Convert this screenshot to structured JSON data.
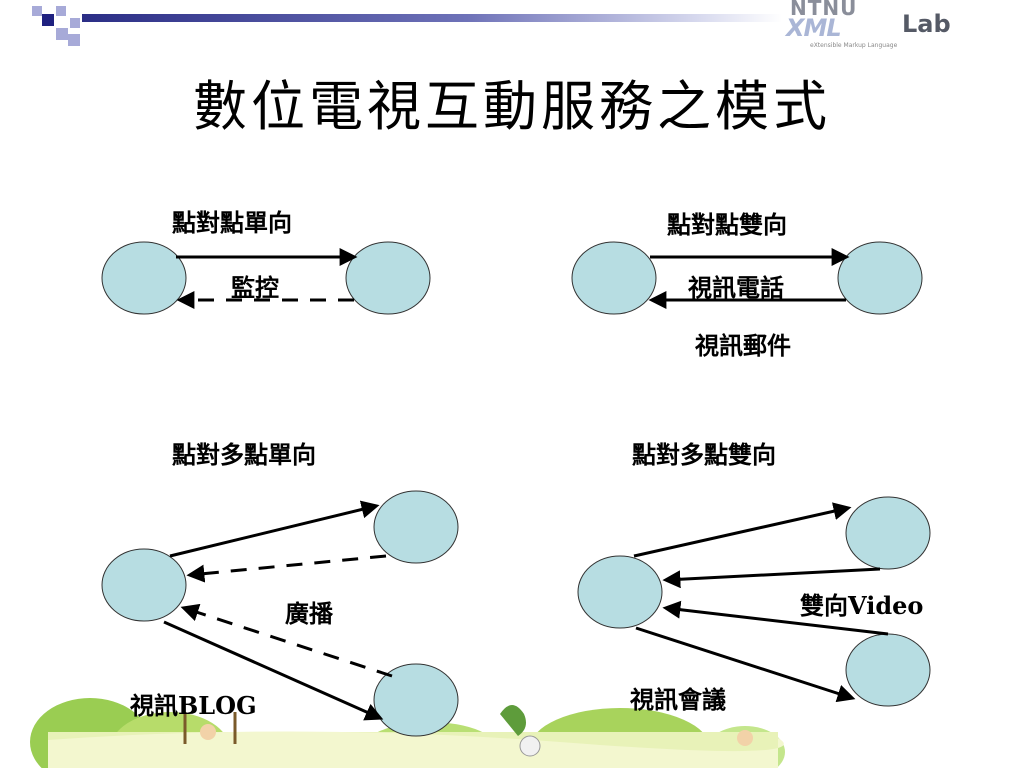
{
  "slide": {
    "title": "數位電視互動服務之模式"
  },
  "logo": {
    "ntnu": "NTNU",
    "xml": "XML",
    "lab": "Lab",
    "subtitle": "eXtensible Markup Language"
  },
  "colors": {
    "node_fill": "#b7dde2",
    "node_stroke": "#333333",
    "arrow": "#000000",
    "bar_dark": "#2b2e86",
    "square_dark": "#1f2180",
    "square_light": "#a7aad8"
  },
  "quadrants": {
    "p2p_one_way": {
      "heading": "點對點單向",
      "edge_label": "監控"
    },
    "p2p_two_way": {
      "heading": "點對點雙向",
      "edge_label": "視訊電話",
      "note": "視訊郵件"
    },
    "p2mp_one_way": {
      "heading": "點對多點單向",
      "edge_label": "廣播",
      "note": "視訊BLOG"
    },
    "p2mp_two_way": {
      "heading": "點對多點雙向",
      "edge_label": "雙向Video",
      "note": "視訊會議"
    }
  }
}
